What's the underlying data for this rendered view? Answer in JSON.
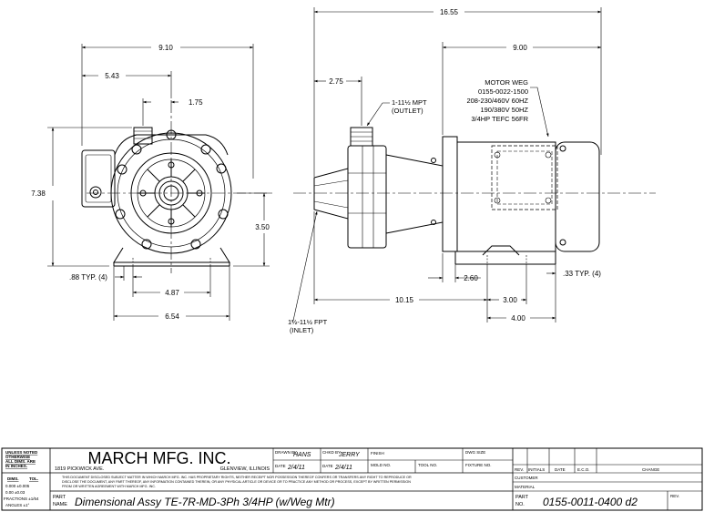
{
  "dimensions": {
    "width_overall_front": "9.10",
    "offset_front": "5.43",
    "outlet_offset_front": "1.75",
    "height_overall": "7.38",
    "shaft_height": "3.50",
    "foot_hole_typ": ".88 TYP. (4)",
    "foot_span_inner": "4.87",
    "foot_span_outer": "6.54",
    "length_overall": "16.55",
    "motor_length": "9.00",
    "inlet_to_outlet": "2.75",
    "outlet_label": "1-11½ MPT",
    "outlet_sub": "(OUTLET)",
    "inlet_label": "1½-11½ FPT",
    "inlet_sub": "(INLET)",
    "pump_to_foot": "10.15",
    "foot_gap": "2.60",
    "foot_slot_typ": ".33 TYP. (4)",
    "foot_slot_span": "3.00",
    "foot_length": "4.00"
  },
  "motor_note": [
    "MOTOR WEG",
    "0155-0022-1500",
    "208-230/460V 60HZ",
    "190/380V 50HZ",
    "3/4HP TEFC 56FR"
  ],
  "title_block": {
    "unless_noted": [
      "UNLESS NOTED",
      "OTHERWISE",
      "ALL DIMS. ARE",
      "IN INCHES."
    ],
    "tol_header": [
      "DIMS.",
      "TOL."
    ],
    "tol_rows": [
      "0.000   ±0.005",
      "0.00   ±0.03",
      "FRACTIONS ±1/64",
      "ANGLES   ±1°"
    ],
    "company": "MARCH MFG. INC.",
    "address": "1819 PICKWICK AVE.",
    "city": "GLENVIEW, ILLINOIS",
    "drawn_by_label": "DRAWN BY",
    "drawn_by": "HANS",
    "chkd_by_label": "CHKD BY",
    "chkd_by": "JERRY",
    "finish_label": "FINISH",
    "dwg_size_label": "DWG SIZE",
    "date_label": "DATE",
    "drawn_date": "2/4/11",
    "chkd_date": "2/4/11",
    "mold_label": "MOLD NO.",
    "tool_label": "TOOL NO.",
    "fixture_label": "FIXTURE NO.",
    "disclaimer": [
      "THIS DOCUMENT DISCLOSED SUBJECT MATTER IN WHICH MARCH MFG. INC. HAS PROPRIETARY RIGHTS, NEITHER RECEIPT NOR POSSESSION THEREOF CONFERS OR TRANSFERS ANY RIGHT TO REPRODUCE OR",
      "DISCLOSE THE DOCUMENT, ANY PART THEREOF, ANY INFORMATION CONTAINED THEREIN, OR ANY PHYSICAL ARTICLE OR DEVICE OR TO PRACTICE ANY METHOD OR PROCESS, EXCEPT BY WRITTEN PERMISSION",
      "FROM OR WRITTEN AGREEMENT WITH MARCH MFG. INC."
    ],
    "part_name_label": [
      "PART",
      "NAME"
    ],
    "part_name": "Dimensional Assy TE-7R-MD-3Ph 3/4HP (w/Weg Mtr)",
    "rev_headers": [
      "REV.",
      "INITIALS",
      "DATE",
      "E.C.O.",
      "CHANGE"
    ],
    "customer_label": "CUSTOMER",
    "material_label": "MATERIAL",
    "part_no_label": [
      "PART",
      "NO."
    ],
    "part_no": "0155-0011-0400 d2",
    "rev_label": "REV."
  }
}
